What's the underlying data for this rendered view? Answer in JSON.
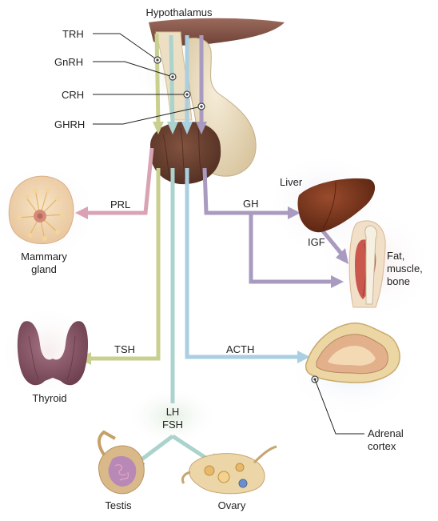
{
  "title": "Hypothalamus",
  "releasing_hormones": [
    "TRH",
    "GnRH",
    "CRH",
    "GHRH"
  ],
  "pituitary_hormones": {
    "prl": "PRL",
    "gh": "GH",
    "igf": "IGF",
    "tsh": "TSH",
    "acth": "ACTH",
    "lh": "LH",
    "fsh": "FSH"
  },
  "targets": {
    "mammary_line1": "Mammary",
    "mammary_line2": "gland",
    "liver": "Liver",
    "fat_line1": "Fat,",
    "fat_line2": "muscle,",
    "fat_line3": "bone",
    "thyroid": "Thyroid",
    "adrenal_line1": "Adrenal",
    "adrenal_line2": "cortex",
    "testis": "Testis",
    "ovary": "Ovary"
  },
  "colors": {
    "trh_tsh": "#c9cf8f",
    "gnrh_lh_fsh": "#a9d3cc",
    "crh_acth": "#a9cfe0",
    "ghrh_gh": "#a99bc0",
    "prl": "#d9a3b3",
    "hypothalamus": "#8a5a4c",
    "posterior_lobe": "#e9dcc0",
    "anterior_lobe": "#6e4536",
    "liver": "#7a3a22",
    "thyroid": "#8e5a6a"
  },
  "icons": {
    "hypothalamus": "hypothalamus-illustration",
    "pituitary": "pituitary-gland-illustration",
    "mammary": "mammary-gland-illustration",
    "liver": "liver-illustration",
    "muscle": "muscle-bone-illustration",
    "thyroid": "thyroid-illustration",
    "adrenal": "adrenal-cortex-illustration",
    "testis": "testis-illustration",
    "ovary": "ovary-illustration"
  }
}
